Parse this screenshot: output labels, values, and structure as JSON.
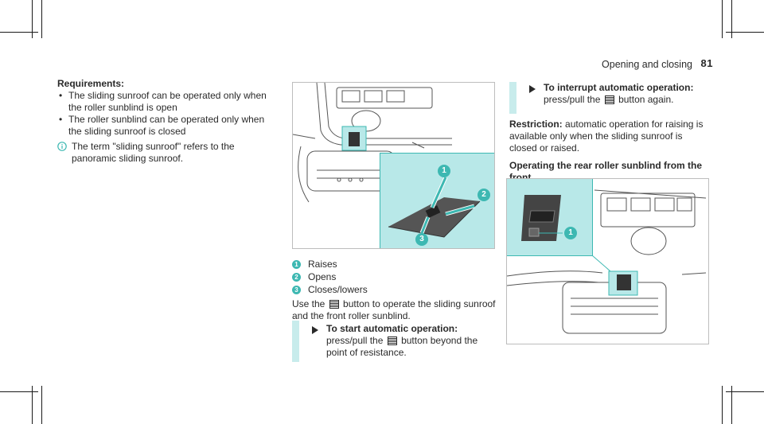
{
  "header": {
    "section_title": "Opening and closing",
    "page_number": "81"
  },
  "left_column": {
    "requirements_heading": "Re­quirements:",
    "bullets": [
      "The sliding sunroof can be operated only when the roller sunblind is open",
      "The roller sunblind can be operated only when the sliding sunroof is closed"
    ],
    "note_text": "The term \"sliding sunroof\" refers to the panoramic sliding sunroof.",
    "note_icon": "info-icon"
  },
  "middle_column": {
    "legend": [
      {
        "num": "1",
        "label": "Raises"
      },
      {
        "num": "2",
        "label": "Opens"
      },
      {
        "num": "3",
        "label": "Closes/lowers"
      }
    ],
    "use_text_before": "Use the",
    "use_text_after": "button to operate the sliding sunroof and the front roller sunblind.",
    "step_heading": "To start automatic operation:",
    "step_text_before": "press/pull the",
    "step_text_after": "button beyond the point of resistance."
  },
  "right_column": {
    "step_heading": "To interrupt automatic operation:",
    "step_text_before": "press/pull the",
    "step_text_after": "button again.",
    "restriction_label": "Restriction:",
    "restriction_text": "automatic operation for raising is available only when the sliding sunroof is closed or raised.",
    "section_heading": "Operating the rear roller sunblind from the front"
  },
  "figure1": {
    "callouts": [
      "1",
      "2",
      "3"
    ]
  },
  "figure2": {
    "callouts": [
      "1"
    ]
  },
  "colors": {
    "accent": "#3db8b2",
    "callout_bg": "#b8e8e8",
    "step_bar": "#c8ecec"
  }
}
